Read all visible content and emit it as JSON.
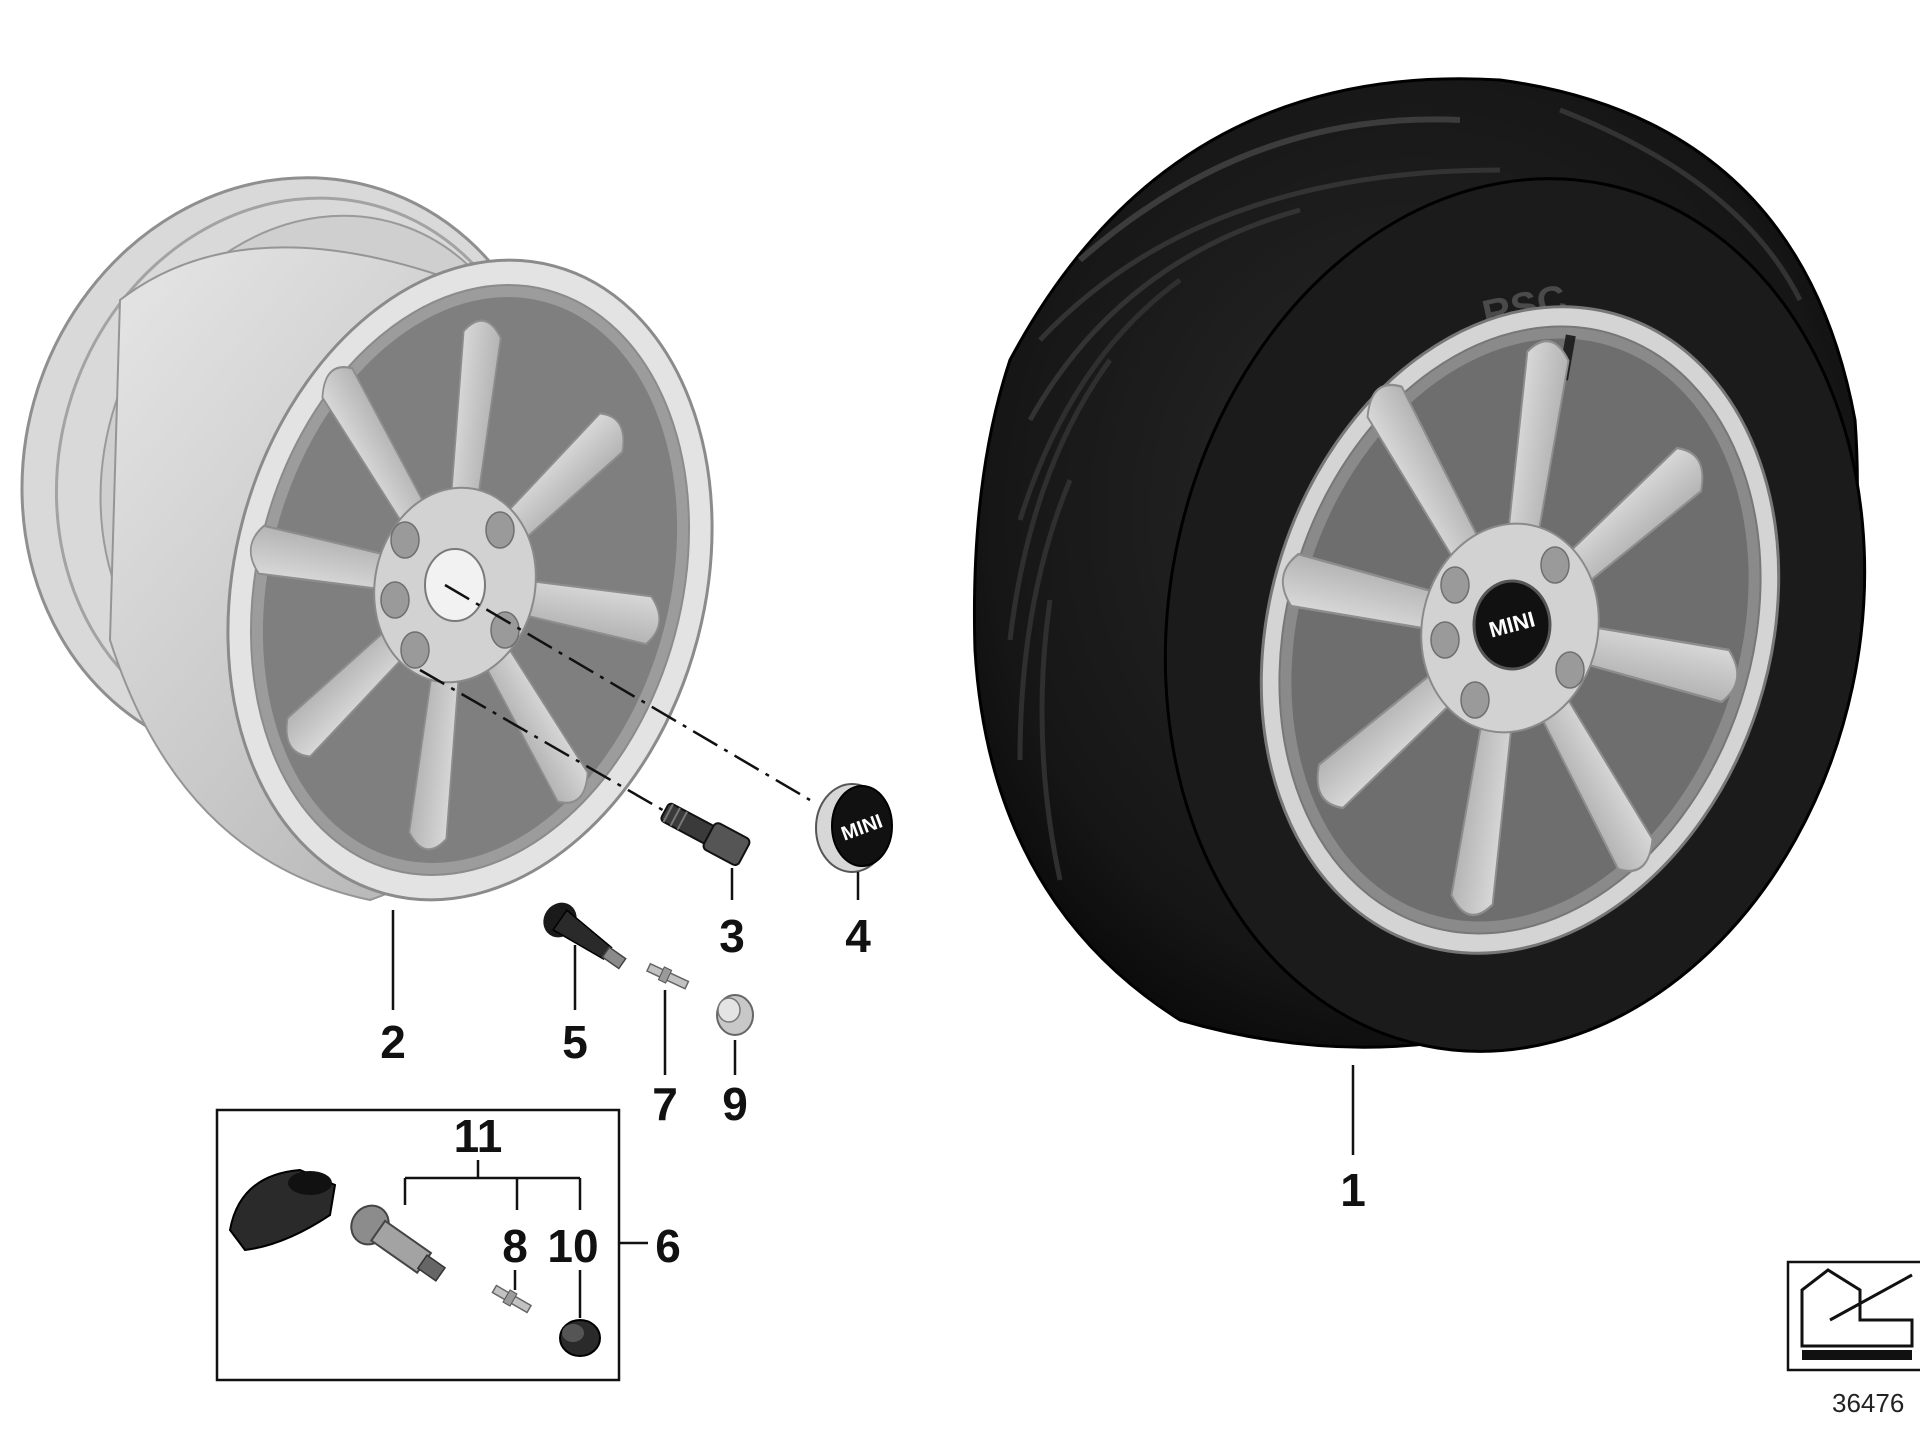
{
  "diagram": {
    "callouts": [
      {
        "id": "1",
        "label": "1"
      },
      {
        "id": "2",
        "label": "2"
      },
      {
        "id": "3",
        "label": "3"
      },
      {
        "id": "4",
        "label": "4"
      },
      {
        "id": "5",
        "label": "5"
      },
      {
        "id": "6",
        "label": "6"
      },
      {
        "id": "7",
        "label": "7"
      },
      {
        "id": "8",
        "label": "8"
      },
      {
        "id": "9",
        "label": "9"
      },
      {
        "id": "10",
        "label": "10"
      },
      {
        "id": "11",
        "label": "11"
      }
    ],
    "hub_cap_logo": "MINI",
    "wheel_center_logo": "MINI",
    "tire_sidewall_text": "RSC",
    "document_number": "36476",
    "icons": [
      "wheel-rim-icon",
      "tire-wheel-icon",
      "hub-cap-icon",
      "wheel-bolt-icon",
      "tire-valve-icon",
      "tpms-sensor-icon",
      "corner-stamp-icon"
    ]
  }
}
